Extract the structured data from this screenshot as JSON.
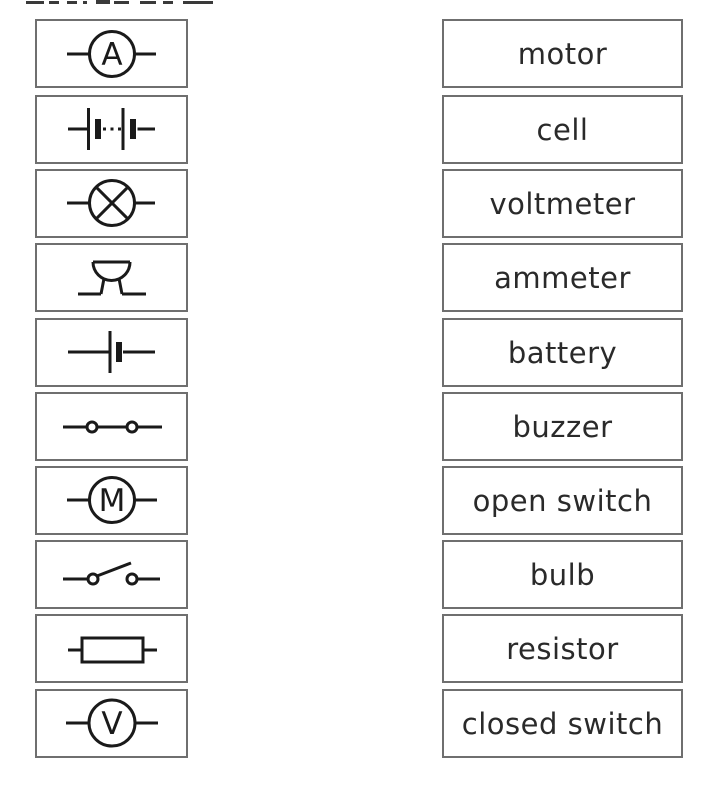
{
  "colors": {
    "background": "#ffffff",
    "box_border": "#6f6f6f",
    "symbol_stroke": "#1a1a1a",
    "label_text": "#2a2a2a"
  },
  "left_column": {
    "symbols": [
      {
        "name": "ammeter",
        "letter": "A"
      },
      {
        "name": "battery"
      },
      {
        "name": "bulb"
      },
      {
        "name": "buzzer"
      },
      {
        "name": "cell"
      },
      {
        "name": "closed switch"
      },
      {
        "name": "motor",
        "letter": "M"
      },
      {
        "name": "open switch"
      },
      {
        "name": "resistor"
      },
      {
        "name": "voltmeter",
        "letter": "V"
      }
    ]
  },
  "right_column": {
    "labels": [
      "motor",
      "cell",
      "voltmeter",
      "ammeter",
      "battery",
      "buzzer",
      "open switch",
      "bulb",
      "resistor",
      "closed switch"
    ]
  }
}
